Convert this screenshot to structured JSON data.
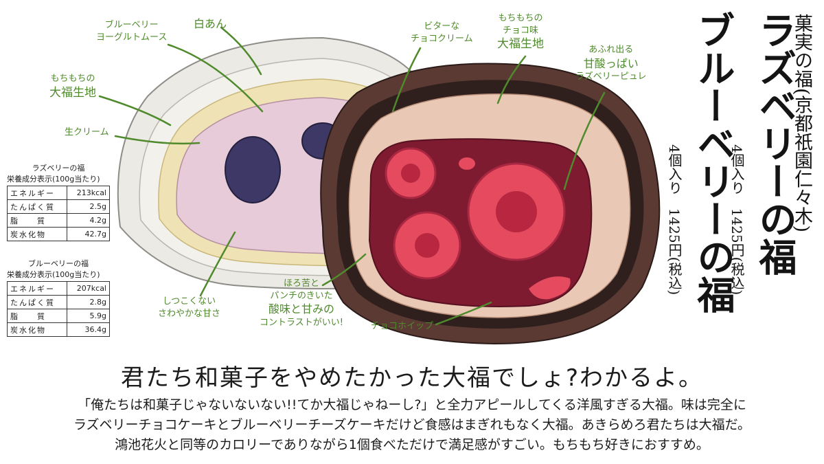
{
  "brand_vertical": "菓実の福(京都祇園仁々木)",
  "products": [
    {
      "name": "ラズベリーの福",
      "price": "4個入り　1425円(税込)"
    },
    {
      "name": "ブルーベリーの福",
      "price": "4個入り　1425円(税込)"
    }
  ],
  "labels": {
    "blueberry_mousse": [
      "ブルーベリー",
      "ヨーグルトムース"
    ],
    "shiroan": "白あん",
    "mochi_left": [
      "もちもちの",
      "大福生地"
    ],
    "fresh_cream": "生クリーム",
    "light_sweet": [
      "しつこくない",
      "さわやかな甘さ"
    ],
    "bitter_choco": [
      "ビターな",
      "チョコクリーム"
    ],
    "mochi_choco": [
      "もちもちの",
      "チョコ味",
      "大福生地"
    ],
    "raspberry_puree": [
      "あふれ出る",
      "甘酸っぱい",
      "ラズベリーピュレ"
    ],
    "contrast": [
      "ほろ苦と",
      "パンチのきいた",
      "酸味と甘みの",
      "コントラストがいい!"
    ],
    "choco_whip": "チョコホイップ"
  },
  "nutrition": [
    {
      "title": "ラズベリーの福",
      "subtitle": "栄養成分表示(100g当たり)",
      "rows": [
        {
          "k": "エネルギー",
          "v": "213kcal"
        },
        {
          "k": "たんぱく質",
          "v": "2.5g"
        },
        {
          "k": "脂　　質",
          "v": "4.2g"
        },
        {
          "k": "炭水化物",
          "v": "42.7g"
        }
      ]
    },
    {
      "title": "ブルーベリーの福",
      "subtitle": "栄養成分表示(100g当たり)",
      "rows": [
        {
          "k": "エネルギー",
          "v": "207kcal"
        },
        {
          "k": "たんぱく質",
          "v": "2.8g"
        },
        {
          "k": "脂　　質",
          "v": "5.9g"
        },
        {
          "k": "炭水化物",
          "v": "36.4g"
        }
      ]
    }
  ],
  "headline": "君たち和菓子をやめたかった大福でしょ?わかるよ。",
  "description": [
    "「俺たちは和菓子じゃないないない!!てか大福じゃねーし?」と全力アピールしてくる洋風すぎる大福。味は完全に",
    "ラズベリーチョコケーキとブルーベリーチーズケーキだけど食感はまぎれもなく大福。あきらめろ君たちは大福だ。",
    "鴻池花火と同等のカロリーでありながら1個食べただけで満足感がすごい。もちもち好きにおすすめ。"
  ],
  "colors": {
    "label_green": "#4f8a2c",
    "mochi_white": "#eceae4",
    "cream_yellow": "#efe2b4",
    "mousse_pink": "#e7cbd9",
    "blueberry": "#3d3866",
    "choco_dark": "#5b3a34",
    "choco_ring": "#2f1f1d",
    "choco_cream": "#e9c9b5",
    "puree": "#7e1b30",
    "raspberry": "#e54a5f"
  }
}
